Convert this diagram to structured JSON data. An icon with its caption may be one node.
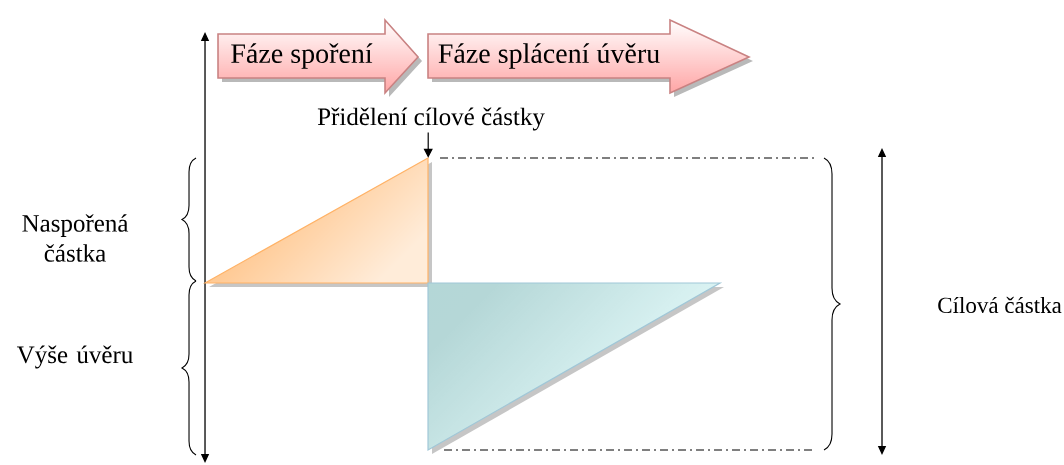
{
  "diagram": {
    "nodes": [
      {
        "text": [
          "Fáze spoření"
        ]
      },
      {
        "text": [
          "Fáze splácení úvěru"
        ]
      },
      {
        "text": [
          "Přidělení cílové částky"
        ]
      },
      {
        "text": [],
        "shape": "triangle"
      },
      {
        "text": [],
        "shape": "triangle"
      }
    ],
    "edges": [
      {
        "from": 2,
        "to": 3,
        "arrow": "to"
      }
    ],
    "labels": [
      "Naspořená částka",
      "Výše úvěru",
      "Cílová částka"
    ]
  }
}
